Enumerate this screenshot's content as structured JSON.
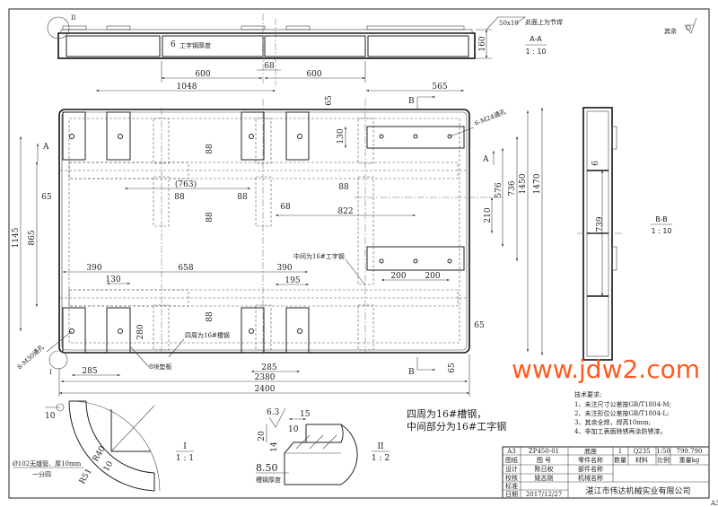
{
  "section_aa": {
    "title": "A-A",
    "scale": "1 : 10",
    "detail_marker": "II",
    "dims": {
      "d600a": "600",
      "d600b": "600",
      "d68": "68",
      "d1048": "1048",
      "d6": "6",
      "d160": "160"
    },
    "thickness_note": "工字钢厚度",
    "weld_symbol": "50x10",
    "weld_note": "此面上为节焊"
  },
  "roughness_note": "其余",
  "plan": {
    "section_a": "A",
    "section_b": "B",
    "dims": {
      "d565": "565",
      "d65top": "65",
      "d130": "130",
      "d88a": "88",
      "d763": "(763)",
      "d88b": "88",
      "d88c": "88",
      "d68": "68",
      "d88d": "88",
      "d822": "822",
      "d88e": "88",
      "d65left": "65",
      "d576": "576",
      "d736": "736",
      "d1450": "1450",
      "d1470": "1470",
      "d210": "210",
      "d1145": "1145",
      "d865": "865",
      "d200a": "200",
      "d200b": "200",
      "d390a": "390",
      "d658": "658",
      "d390b": "390",
      "d130b": "130",
      "d195": "195",
      "d280": "280",
      "d88f": "88",
      "d285a": "285",
      "d285b": "285",
      "d2380": "2380",
      "d2400": "2400",
      "d65right": "65",
      "d65bottom": "65"
    },
    "labels": {
      "holes_m24": "6-M24通孔",
      "holes_m30": "8-M30通孔",
      "middle_beam": "中间为16#工字钢",
      "perimeter_channel": "四周为16#槽钢",
      "pads": "8块垫板",
      "detail_i_marker": "I"
    }
  },
  "section_bb": {
    "title": "B-B",
    "scale": "1 : 10",
    "dims": {
      "d6": "6",
      "d739": "739"
    }
  },
  "detail_i": {
    "title": "I",
    "scale": "1 : 1",
    "dims": {
      "d10": "10",
      "r40": "R40",
      "r51": "R51",
      "d10b": "10"
    },
    "pipe_note": "Ø102无缝管、厚10mm",
    "pipe_note2": "一分四"
  },
  "detail_ii": {
    "title": "II",
    "scale": "1 : 2",
    "dims": {
      "rough": "6.3",
      "d15": "15",
      "d20": "20",
      "d10": "10",
      "d14": "14",
      "d850": "8.50"
    },
    "thickness_note": "槽钢厚度"
  },
  "material_note": [
    "四周为16#槽钢，",
    "中间部分为16#工字钢"
  ],
  "tech_requirements": {
    "title": "技术要求:",
    "items": [
      "1、未注尺寸公差按GB/T1804-M;",
      "2、未注形位公差按GB/T1804-L;",
      "3、其余全焊，焊高10mm;",
      "4、非加工表面除锈再涂防锈漆。"
    ]
  },
  "watermark": "www.jdw2.com",
  "title_block": {
    "row1": [
      "A3",
      "ZP450-01",
      "底座",
      "1",
      "Q235",
      "1:50",
      "799.790"
    ],
    "row2": [
      "图纸",
      "图  号",
      "零件名称",
      "数量",
      "材料",
      "比例",
      "重量kg"
    ],
    "designer_label": "设计",
    "designer": "陈日权",
    "assembly_label": "部件名称",
    "checker_label": "校核",
    "checker": "姚志刚",
    "machine_label": "机械名称",
    "standard_label": "标准",
    "date_label": "日期",
    "date": "2017/12/27",
    "company": "湛江市伟达机械实业有限公司"
  },
  "sheet_size": "A3",
  "colors": {
    "line": "#222222",
    "watermark": "#ff5a1f"
  }
}
